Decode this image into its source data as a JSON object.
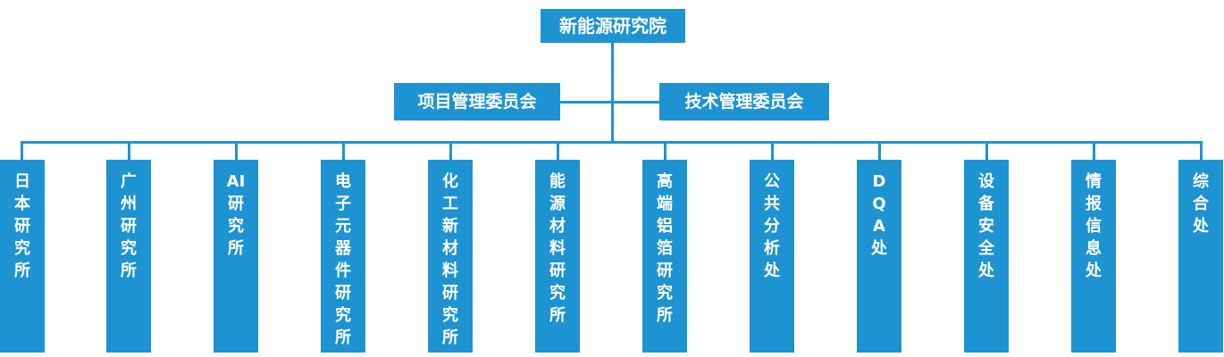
{
  "org": {
    "root": {
      "label": "新能源研究院"
    },
    "committees": [
      {
        "id": "project-management",
        "label": "项目管理委员会"
      },
      {
        "id": "technology-management",
        "label": "技术管理委员会"
      }
    ],
    "departments": [
      {
        "label": "日本研究所",
        "lines": [
          "日",
          "本",
          "研",
          "究",
          "所"
        ]
      },
      {
        "label": "广州研究所",
        "lines": [
          "广",
          "州",
          "研",
          "究",
          "所"
        ]
      },
      {
        "label": "AI研究所",
        "lines": [
          "AI",
          "研",
          "究",
          "所"
        ]
      },
      {
        "label": "电子元器件研究所",
        "lines": [
          "电",
          "子",
          "元",
          "器",
          "件",
          "研",
          "究",
          "所"
        ]
      },
      {
        "label": "化工新材料研究所",
        "lines": [
          "化",
          "工",
          "新",
          "材",
          "料",
          "研",
          "究",
          "所"
        ]
      },
      {
        "label": "能源材料研究所",
        "lines": [
          "能",
          "源",
          "材",
          "料",
          "研",
          "究",
          "所"
        ]
      },
      {
        "label": "高端铝箔研究所",
        "lines": [
          "高",
          "端",
          "铝",
          "箔",
          "研",
          "究",
          "所"
        ]
      },
      {
        "label": "公共分析处",
        "lines": [
          "公",
          "共",
          "分",
          "析",
          "处"
        ]
      },
      {
        "label": "DQA处",
        "lines": [
          "D",
          "Q",
          "A",
          "处"
        ]
      },
      {
        "label": "设备安全处",
        "lines": [
          "设",
          "备",
          "安",
          "全",
          "处"
        ]
      },
      {
        "label": "情报信息处",
        "lines": [
          "情",
          "报",
          "信",
          "息",
          "处"
        ]
      },
      {
        "label": "综合处",
        "lines": [
          "综",
          "合",
          "处"
        ]
      }
    ],
    "colors": {
      "accent": "#1e93d2",
      "line": "#1e93d2",
      "text": "#ffffff",
      "background": "#ffffff"
    }
  }
}
